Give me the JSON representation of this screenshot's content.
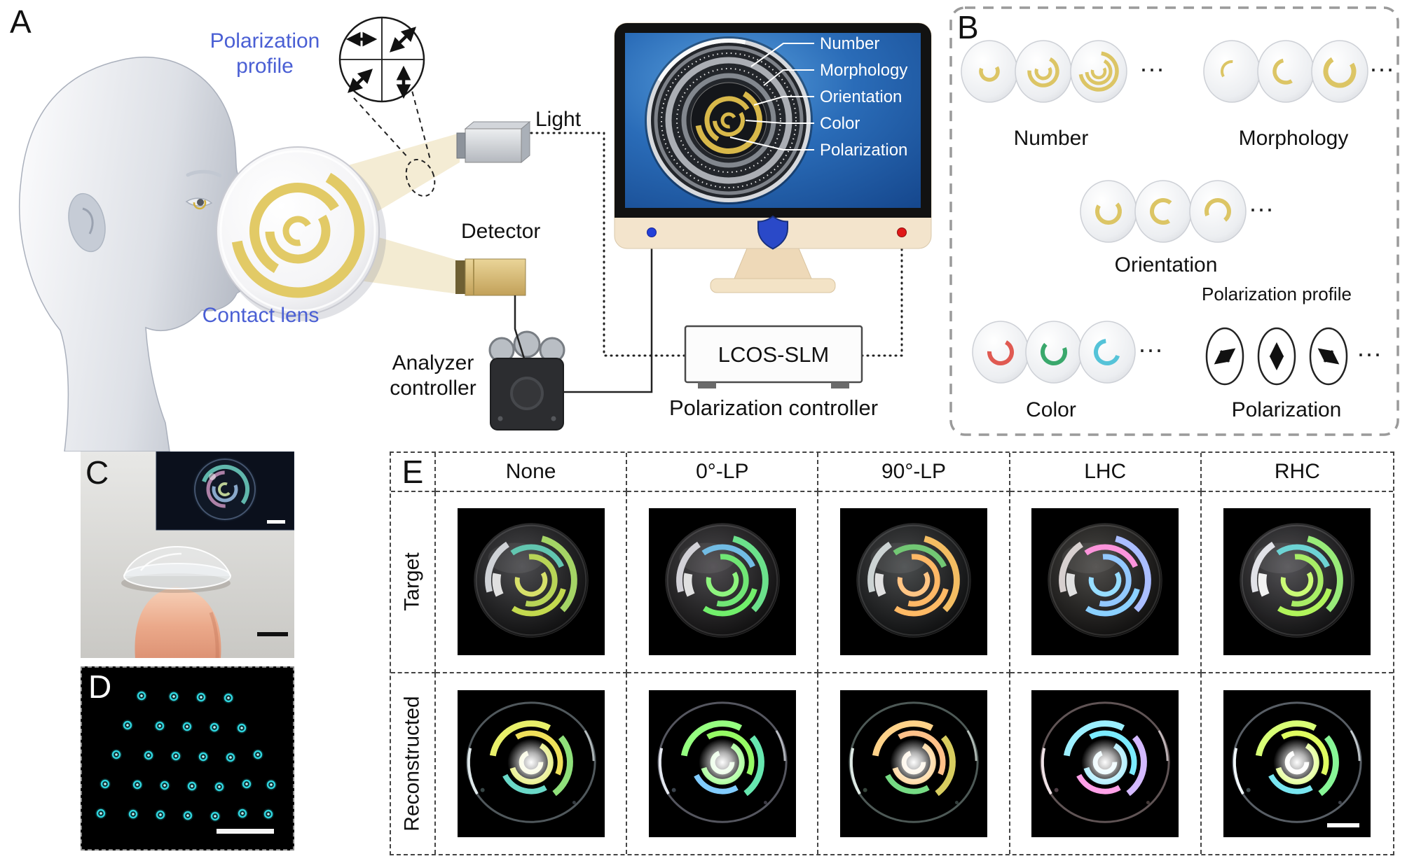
{
  "panel_labels": {
    "a": "A",
    "b": "B",
    "c": "C",
    "d": "D",
    "e": "E"
  },
  "a": {
    "polarization_profile": [
      "Polarization",
      "profile"
    ],
    "contact_lens": "Contact lens",
    "light": "Light",
    "detector": "Detector",
    "analyzer": [
      "Analyzer",
      "controller"
    ],
    "monitor_annotations": [
      "Number",
      "Morphology",
      "Orientation",
      "Color",
      "Polarization"
    ],
    "lcos": "LCOS-SLM",
    "polarization_controller": "Polarization controller"
  },
  "b": {
    "ellipsis": "···",
    "groups": {
      "number": "Number",
      "morphology": "Morphology",
      "orientation": "Orientation",
      "color": "Color",
      "polarization": "Polarization",
      "polarization_profile": "Polarization profile"
    }
  },
  "e": {
    "columns": [
      "None",
      "0°-LP",
      "90°-LP",
      "LHC",
      "RHC"
    ],
    "rows": [
      "Target",
      "Reconstructed"
    ]
  },
  "colors": {
    "arc_gold": "#e2ca66",
    "label_blue": "#4a5fd4",
    "screen_blue": "#2a6cb8",
    "dot_cyan": "#2ed3dc",
    "color_arcs": [
      "#e05a52",
      "#3aa86c",
      "#55c3d8"
    ]
  }
}
